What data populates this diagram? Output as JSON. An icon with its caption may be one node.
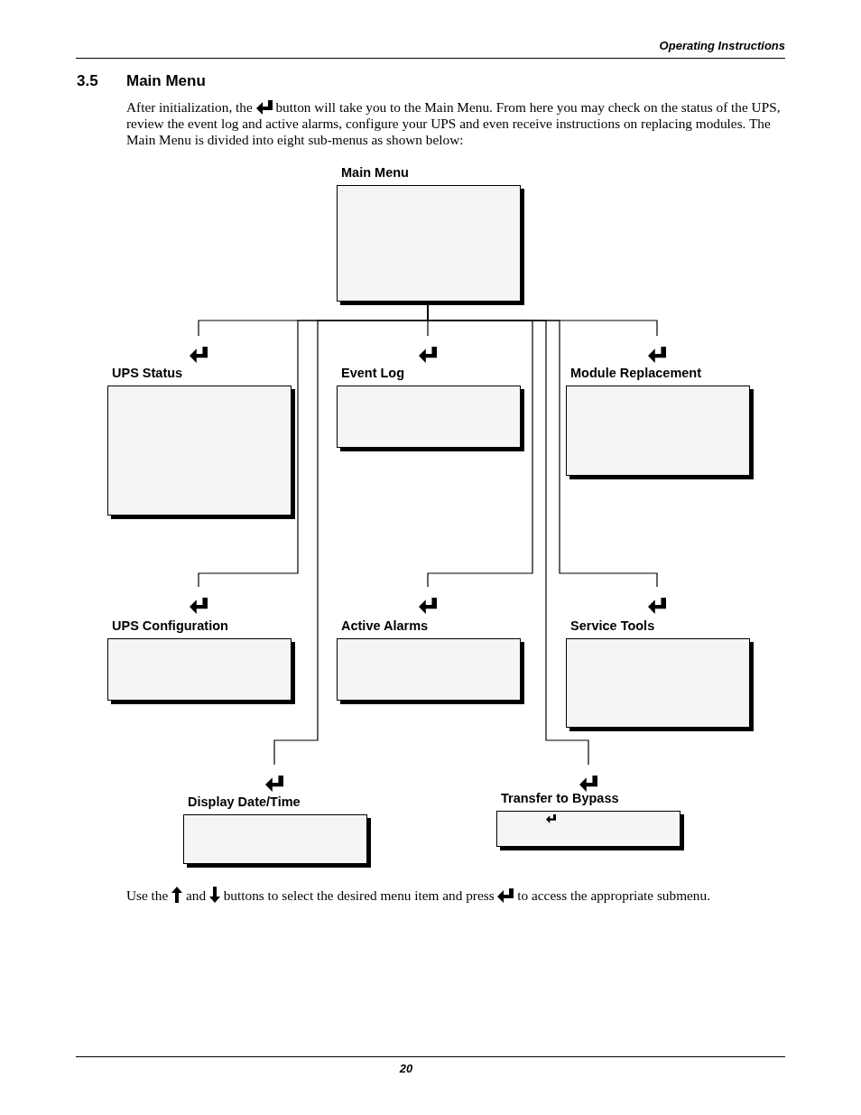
{
  "diagram": {
    "title": "Main Menu",
    "nodes": [
      {
        "text": [
          "Main Menu"
        ]
      },
      {
        "text": [
          "UPS Status"
        ]
      },
      {
        "text": [
          "Event Log"
        ]
      },
      {
        "text": [
          "Module Replacement"
        ]
      },
      {
        "text": [
          "UPS Configuration"
        ]
      },
      {
        "text": [
          "Active Alarms"
        ]
      },
      {
        "text": [
          "Service Tools"
        ]
      },
      {
        "text": [
          "Display Date/Time"
        ]
      },
      {
        "text": [
          "Transfer to Bypass"
        ]
      }
    ],
    "edges": [
      {
        "from": 0,
        "to": 1,
        "arrow": "none"
      },
      {
        "from": 0,
        "to": 2,
        "arrow": "none"
      },
      {
        "from": 0,
        "to": 3,
        "arrow": "none"
      },
      {
        "from": 0,
        "to": 4,
        "arrow": "none"
      },
      {
        "from": 0,
        "to": 5,
        "arrow": "none"
      },
      {
        "from": 0,
        "to": 6,
        "arrow": "none"
      },
      {
        "from": 0,
        "to": 7,
        "arrow": "none"
      },
      {
        "from": 0,
        "to": 8,
        "arrow": "none"
      }
    ],
    "labels": [
      "Operating Instructions",
      "3.5",
      "After initialization, the",
      "button will take you to the Main Menu. From here you may check on the status of the UPS, review the event log and active alarms, configure your UPS and even receive instructions on replacing modules. The Main Menu is divided into eight sub-menus as shown below:",
      "Use the",
      "and",
      "buttons to select the desired menu item and press",
      "to access the appropriate submenu.",
      "20"
    ]
  }
}
